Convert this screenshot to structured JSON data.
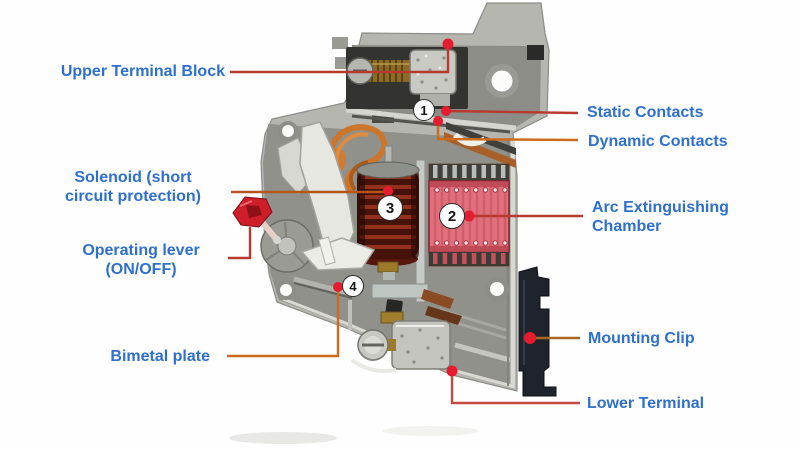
{
  "figure": {
    "name": "circuit-breaker-cutaway-diagram",
    "callouts": {
      "upper_terminal_block": {
        "label": "Upper Terminal Block"
      },
      "static_contacts": {
        "label": "Static Contacts"
      },
      "dynamic_contacts": {
        "label": "Dynamic Contacts"
      },
      "solenoid": {
        "label": "Solenoid (short circuit protection)"
      },
      "arc_chamber": {
        "label": "Arc Extinguishing Chamber"
      },
      "operating_lever": {
        "label": "Operating lever (ON/OFF)"
      },
      "bimetal_plate": {
        "label": "Bimetal plate"
      },
      "mounting_clip": {
        "label": "Mounting Clip"
      },
      "lower_terminal": {
        "label": "Lower Terminal"
      }
    },
    "markers": {
      "contacts": "1",
      "arc_chamber": "2",
      "solenoid": "3",
      "bimetal": "4"
    }
  },
  "colors": {
    "label_blue": "#2e6fd0",
    "dot_red": "#e51c30",
    "line_red": "#b83a2e",
    "line_red2": "#c44a42",
    "line_orange": "#cd6a1e",
    "line_orange2": "#b5541c",
    "line_brown": "#a8661e",
    "lever_red": "#ce1e29",
    "coil_maroon": "#451309",
    "arc_pink": "#e2707c",
    "clip_dark": "#1f232b",
    "housing_gray": "#b6b6b0"
  }
}
